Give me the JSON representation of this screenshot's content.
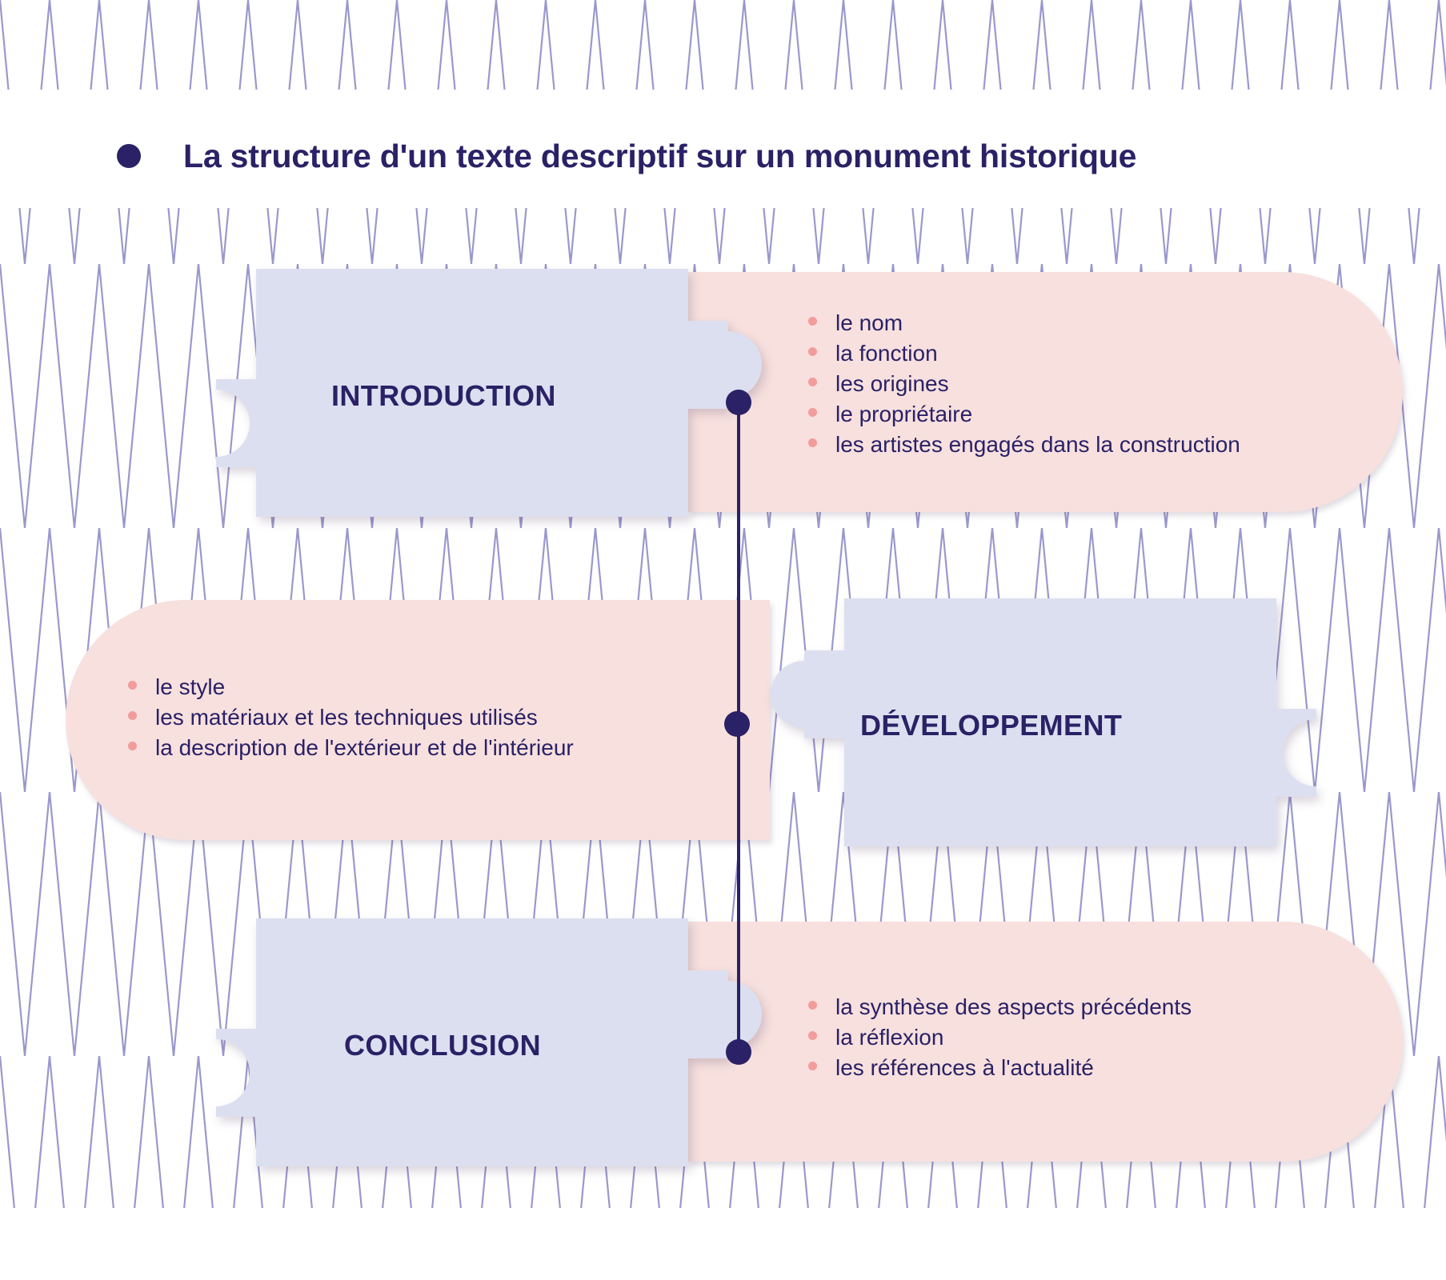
{
  "page": {
    "title": "La structure d'un texte descriptif sur un monument historique",
    "bullet_icon": "filled-circle-bullet"
  },
  "colors": {
    "ink": "#2A2166",
    "puzzle_blue": "#DCDFF0",
    "panel_pink": "#F7E0DE",
    "bullet_pink": "#F29C9C",
    "pattern_line": "#9A98CC",
    "background": "#FFFFFF"
  },
  "sections": [
    {
      "id": "introduction",
      "label": "INTRODUCTION",
      "side": "left",
      "items": [
        "le nom",
        "la fonction",
        "les origines",
        "le propriétaire",
        "les artistes engagés dans la construction"
      ]
    },
    {
      "id": "developpement",
      "label": "DÉVELOPPEMENT",
      "side": "right",
      "items": [
        "le style",
        "les matériaux et les techniques utilisés",
        "la description de l'extérieur et de l'intérieur"
      ]
    },
    {
      "id": "conclusion",
      "label": "CONCLUSION",
      "side": "left",
      "items": [
        "la synthèse des aspects précédents",
        "la réflexion",
        "les références à l'actualité"
      ]
    }
  ]
}
